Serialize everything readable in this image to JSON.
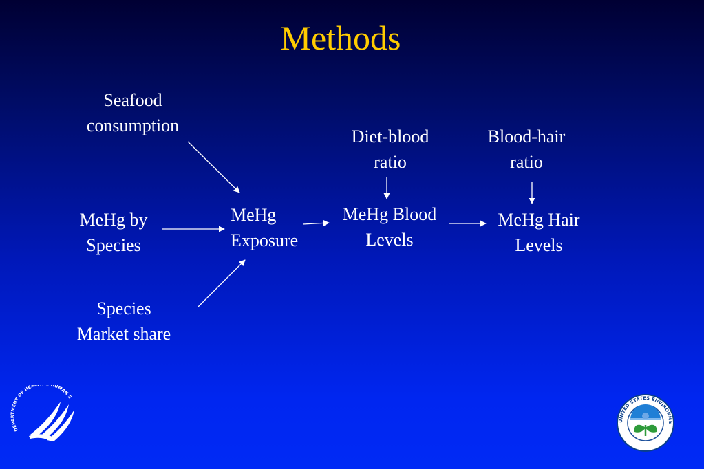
{
  "slide": {
    "title": "Methods"
  },
  "nodes": {
    "seafood": {
      "line1": "Seafood",
      "line2": "consumption"
    },
    "mehg_species": {
      "line1": "MeHg by",
      "line2": "Species"
    },
    "species_share": {
      "line1": "Species",
      "line2": "Market share"
    },
    "exposure": {
      "line1": "MeHg",
      "line2": "Exposure"
    },
    "diet_blood": {
      "line1": "Diet-blood",
      "line2": "ratio"
    },
    "blood_levels": {
      "line1": "MeHg Blood",
      "line2": "Levels"
    },
    "blood_hair": {
      "line1": "Blood-hair",
      "line2": "ratio"
    },
    "hair_levels": {
      "line1": "MeHg Hair",
      "line2": "Levels"
    }
  },
  "logos": {
    "hhs": {
      "icon": "hhs-eagle-seal-icon",
      "ring_text": "DEPARTMENT OF HEALTH & HUMAN SERVICES USA"
    },
    "epa": {
      "icon": "epa-seal-icon",
      "ring_text": "UNITED STATES ENVIRONMENTAL PROTECTION AGENCY"
    }
  },
  "colors": {
    "title": "#ffcc00",
    "text": "#ffffff",
    "background_top": "#000033",
    "background_bottom": "#002af5"
  }
}
